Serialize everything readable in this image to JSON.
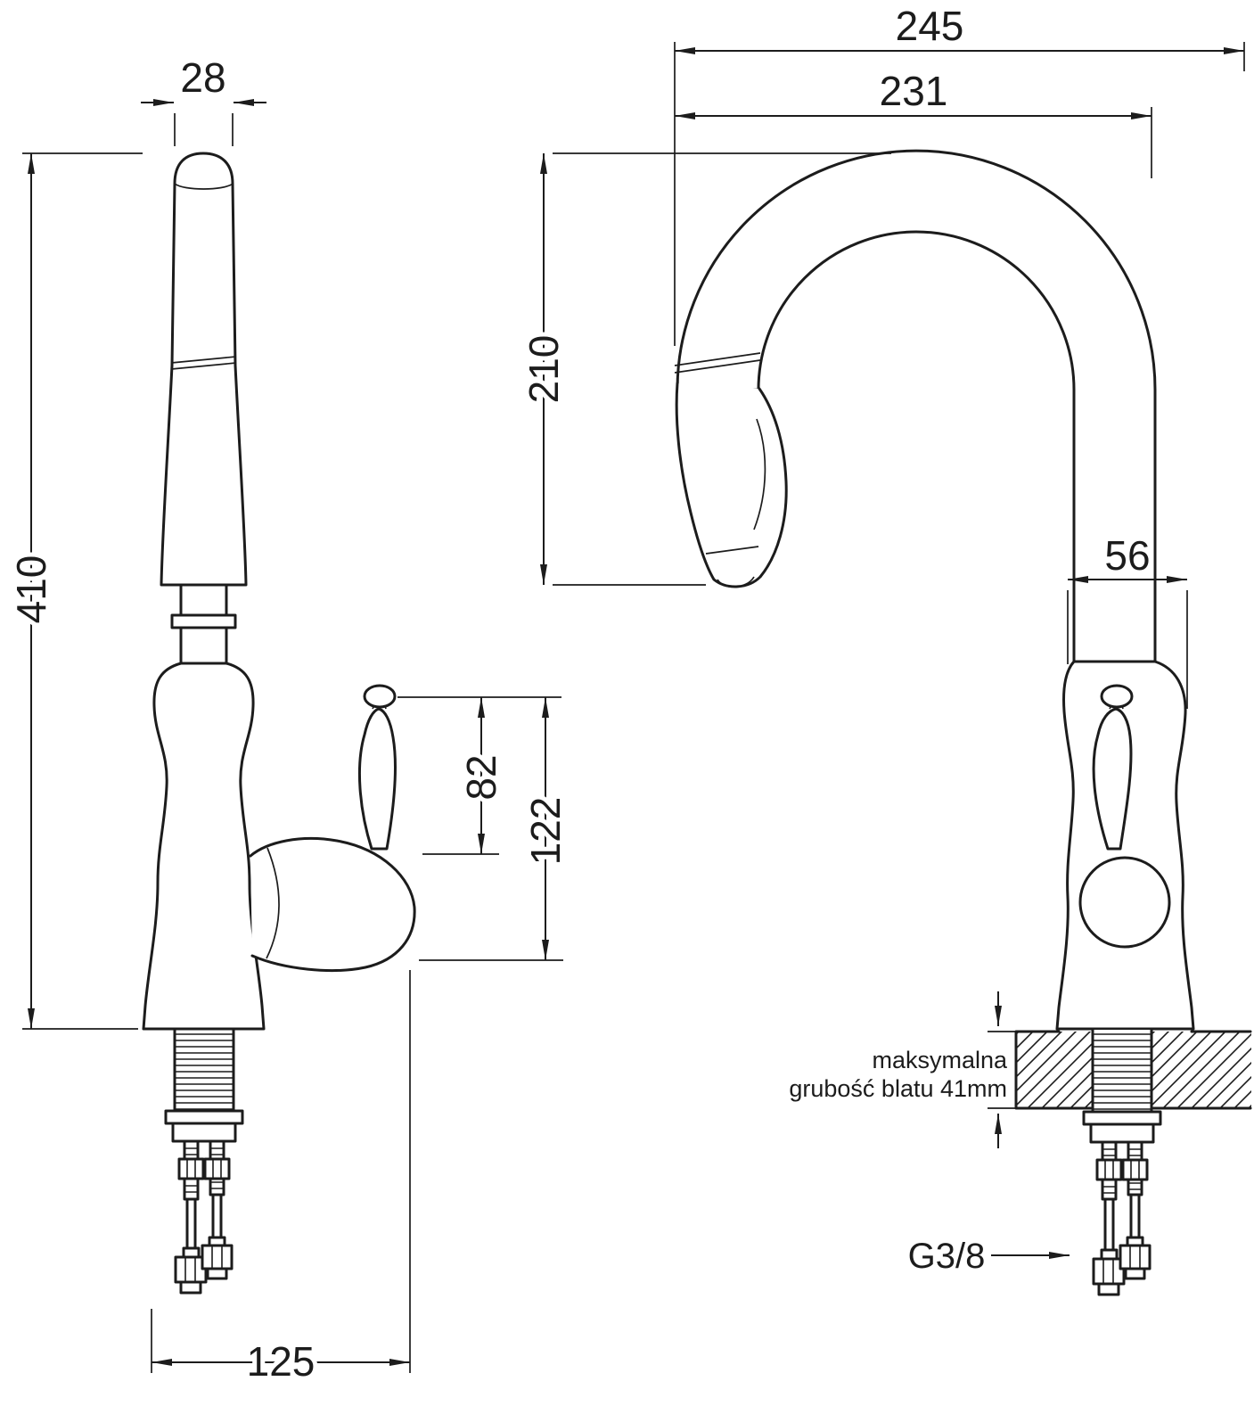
{
  "dims": {
    "total_width": "245",
    "spout_reach": "231",
    "spout_top_width": "28",
    "total_height": "410",
    "spout_height": "210",
    "body_width": "56",
    "handle_height": "82",
    "handle_total_height": "122",
    "base_depth": "125"
  },
  "notes": {
    "max_thickness_line1": "maksymalna",
    "max_thickness_line2": "grubość blatu 41mm",
    "connection": "G3/8"
  }
}
